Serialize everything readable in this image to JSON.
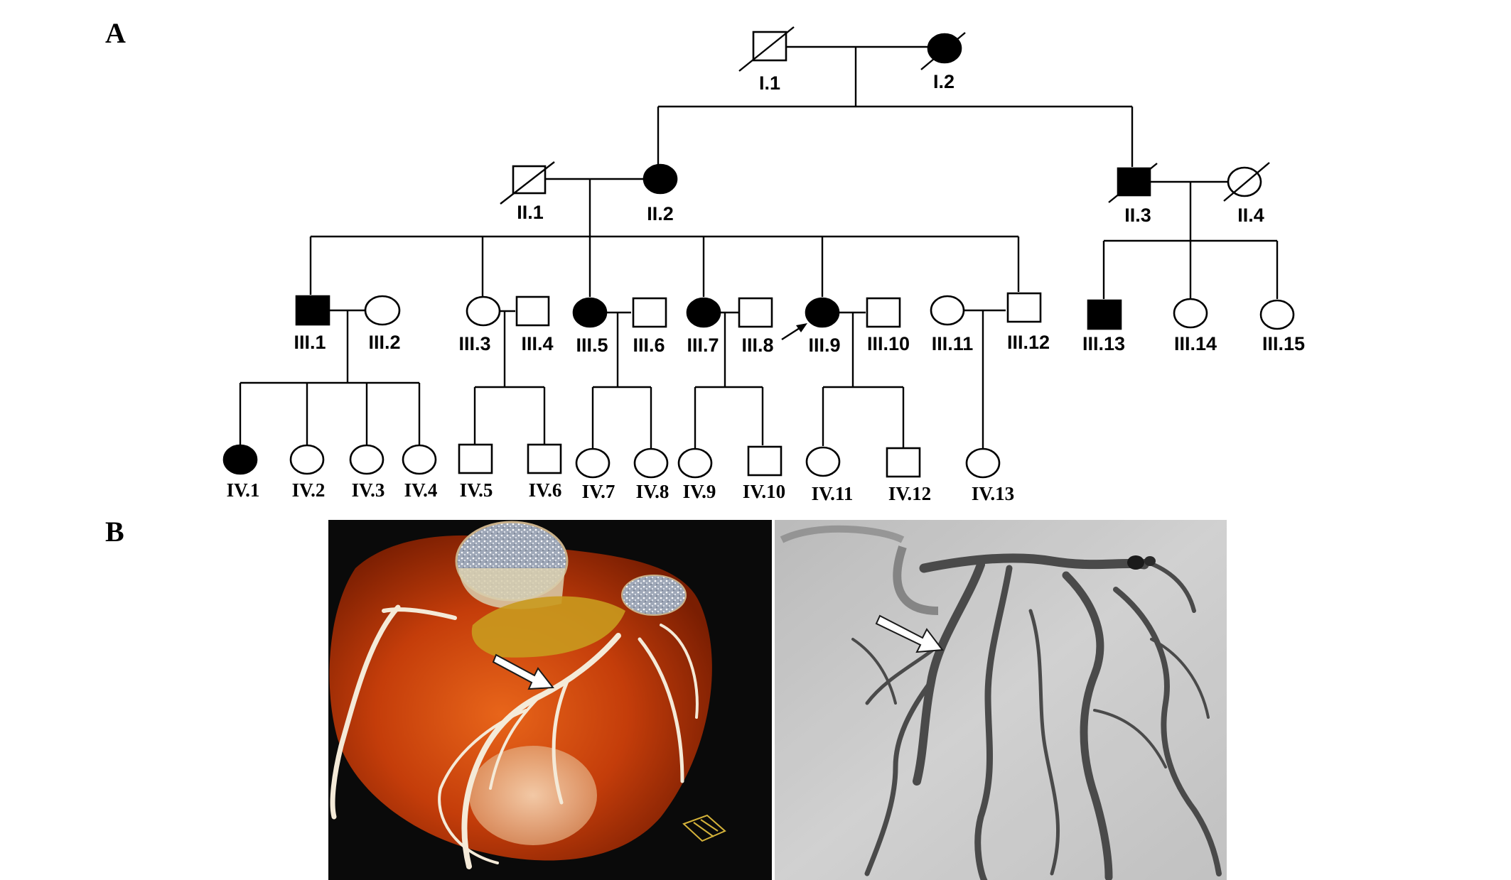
{
  "panels": {
    "a": "A",
    "b": "B"
  },
  "individuals": [
    {
      "id": "I.1",
      "sex": "male",
      "affected": false,
      "deceased": true
    },
    {
      "id": "I.2",
      "sex": "female",
      "affected": true,
      "deceased": true
    },
    {
      "id": "II.1",
      "sex": "male",
      "affected": false,
      "deceased": true
    },
    {
      "id": "II.2",
      "sex": "female",
      "affected": true,
      "deceased": false
    },
    {
      "id": "II.3",
      "sex": "male",
      "affected": true,
      "deceased": true
    },
    {
      "id": "II.4",
      "sex": "female",
      "affected": false,
      "deceased": true
    },
    {
      "id": "III.1",
      "sex": "male",
      "affected": true,
      "deceased": false
    },
    {
      "id": "III.2",
      "sex": "female",
      "affected": false,
      "deceased": false
    },
    {
      "id": "III.3",
      "sex": "female",
      "affected": false,
      "deceased": false
    },
    {
      "id": "III.4",
      "sex": "male",
      "affected": false,
      "deceased": false
    },
    {
      "id": "III.5",
      "sex": "female",
      "affected": true,
      "deceased": false
    },
    {
      "id": "III.6",
      "sex": "male",
      "affected": false,
      "deceased": false
    },
    {
      "id": "III.7",
      "sex": "female",
      "affected": true,
      "deceased": false
    },
    {
      "id": "III.8",
      "sex": "male",
      "affected": false,
      "deceased": false
    },
    {
      "id": "III.9",
      "sex": "female",
      "affected": true,
      "deceased": false,
      "proband": true
    },
    {
      "id": "III.10",
      "sex": "male",
      "affected": false,
      "deceased": false
    },
    {
      "id": "III.11",
      "sex": "female",
      "affected": false,
      "deceased": false
    },
    {
      "id": "III.12",
      "sex": "male",
      "affected": false,
      "deceased": false
    },
    {
      "id": "III.13",
      "sex": "male",
      "affected": true,
      "deceased": false
    },
    {
      "id": "III.14",
      "sex": "female",
      "affected": false,
      "deceased": false
    },
    {
      "id": "III.15",
      "sex": "female",
      "affected": false,
      "deceased": false
    },
    {
      "id": "IV.1",
      "sex": "female",
      "affected": true,
      "deceased": false
    },
    {
      "id": "IV.2",
      "sex": "female",
      "affected": false,
      "deceased": false
    },
    {
      "id": "IV.3",
      "sex": "female",
      "affected": false,
      "deceased": false
    },
    {
      "id": "IV.4",
      "sex": "female",
      "affected": false,
      "deceased": false
    },
    {
      "id": "IV.5",
      "sex": "male",
      "affected": false,
      "deceased": false
    },
    {
      "id": "IV.6",
      "sex": "male",
      "affected": false,
      "deceased": false
    },
    {
      "id": "IV.7",
      "sex": "female",
      "affected": false,
      "deceased": false
    },
    {
      "id": "IV.8",
      "sex": "female",
      "affected": false,
      "deceased": false
    },
    {
      "id": "IV.9",
      "sex": "female",
      "affected": false,
      "deceased": false
    },
    {
      "id": "IV.10",
      "sex": "male",
      "affected": false,
      "deceased": false
    },
    {
      "id": "IV.11",
      "sex": "female",
      "affected": false,
      "deceased": false
    },
    {
      "id": "IV.12",
      "sex": "male",
      "affected": false,
      "deceased": false
    },
    {
      "id": "IV.13",
      "sex": "female",
      "affected": false,
      "deceased": false
    }
  ],
  "images": {
    "ct_render": {
      "subject": "3D CT reconstruction of heart with coronary arteries",
      "arrow": "white arrow"
    },
    "angiogram": {
      "subject": "coronary angiogram",
      "arrow": "white arrow"
    }
  },
  "colors": {
    "affected": "#000000",
    "unaffected": "#ffffff",
    "line": "#000000"
  }
}
